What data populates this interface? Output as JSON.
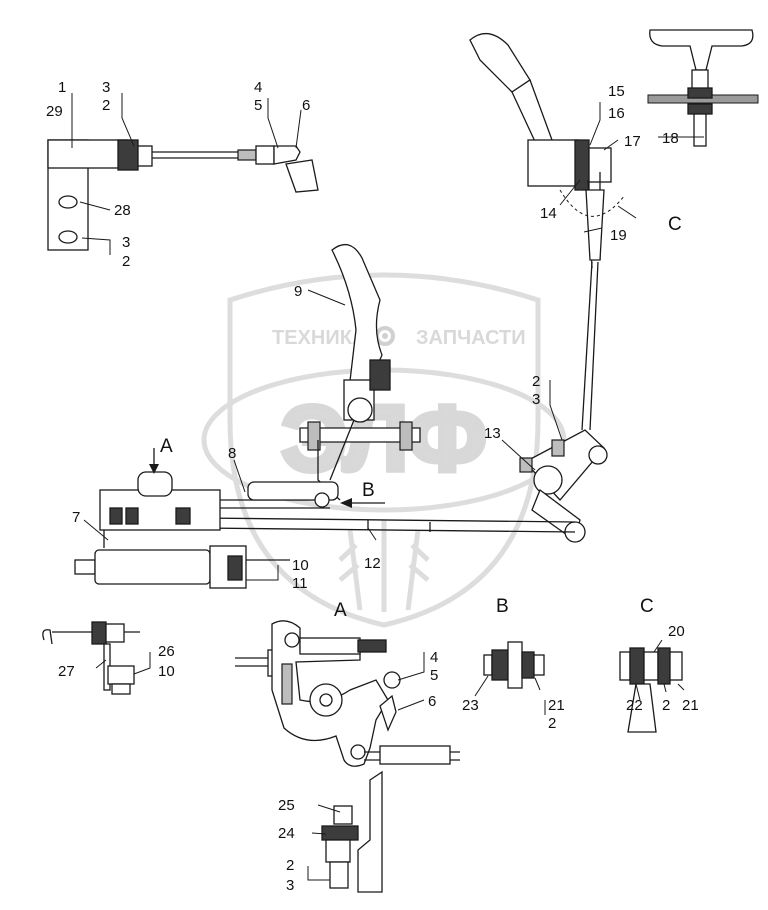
{
  "watermark": {
    "text_left": "ТЕХНИКА",
    "text_right": "ЗАПЧАСТИ",
    "letters": "ЭЛФ",
    "gear_icon": "gear-icon"
  },
  "views": {
    "a_arrow": "A",
    "b_arrow": "B",
    "c_circle": "C",
    "a_title": "A",
    "b_title": "B",
    "c_title": "C"
  },
  "callouts": {
    "n1": "1",
    "n29": "29",
    "n3a": "3",
    "n2a": "2",
    "n4a": "4",
    "n5a": "5",
    "n6a": "6",
    "n28": "28",
    "n3b": "3",
    "n2b": "2",
    "n15": "15",
    "n16": "16",
    "n17": "17",
    "n18": "18",
    "n14": "14",
    "n19": "19",
    "n9": "9",
    "n2c": "2",
    "n3c": "3",
    "n13": "13",
    "n8": "8",
    "n7": "7",
    "n12": "12",
    "n10a": "10",
    "n11": "11",
    "n27": "27",
    "n26": "26",
    "n10b": "10",
    "n4b": "4",
    "n5b": "5",
    "n6b": "6",
    "n23": "23",
    "n21a": "21",
    "n2d": "2",
    "n20": "20",
    "n22": "22",
    "n2e": "2",
    "n21b": "21",
    "n25": "25",
    "n24": "24",
    "n2f": "2",
    "n3d": "3"
  }
}
